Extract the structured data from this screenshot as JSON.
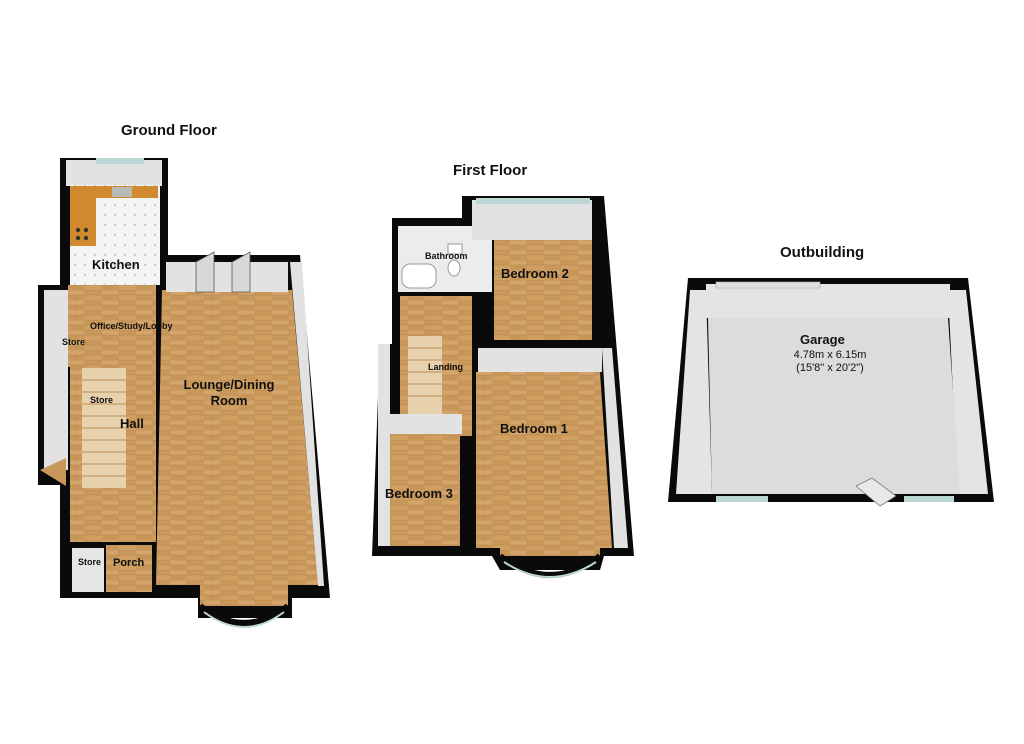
{
  "floors": {
    "ground": {
      "title": "Ground Floor",
      "rooms": {
        "kitchen": "Kitchen",
        "office": "Office/Study/Lobby",
        "store_upper": "Store",
        "store_hall": "Store",
        "hall": "Hall",
        "lounge_line1": "Lounge/Dining",
        "lounge_line2": "Room",
        "store_porch": "Store",
        "porch": "Porch"
      }
    },
    "first": {
      "title": "First Floor",
      "rooms": {
        "bathroom": "Bathroom",
        "bedroom2": "Bedroom 2",
        "landing": "Landing",
        "bedroom1": "Bedroom 1",
        "bedroom3": "Bedroom 3"
      }
    },
    "outbuilding": {
      "title": "Outbuilding",
      "rooms": {
        "garage": "Garage",
        "garage_metric": "4.78m x 6.15m",
        "garage_imperial": "(15'8\" x 20'2\")"
      }
    }
  },
  "colors": {
    "wall": "#0a0a0a",
    "wall_inner": "#e4e4e4",
    "wood": "#c69455",
    "wood_light": "#d7a96a",
    "tile": "#f2f2f2",
    "garage_floor": "#dcdcdc",
    "window": "#bcd8d4",
    "counter": "#d28a2e"
  }
}
